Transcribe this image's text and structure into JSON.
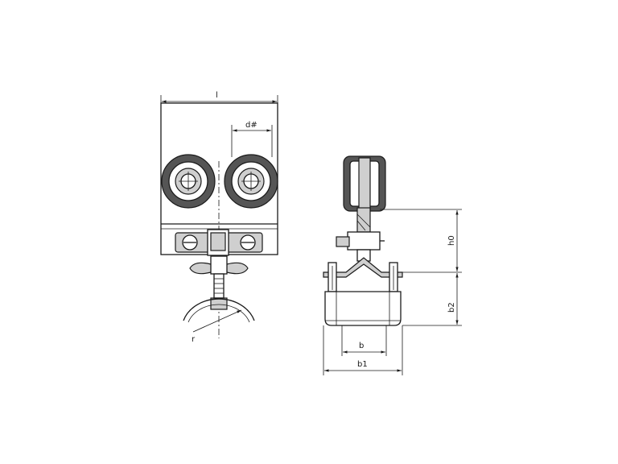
{
  "labels": {
    "l": "l",
    "d": "d#",
    "r": "r",
    "h0": "h0",
    "b2": "b2",
    "b": "b",
    "b1": "b1"
  }
}
